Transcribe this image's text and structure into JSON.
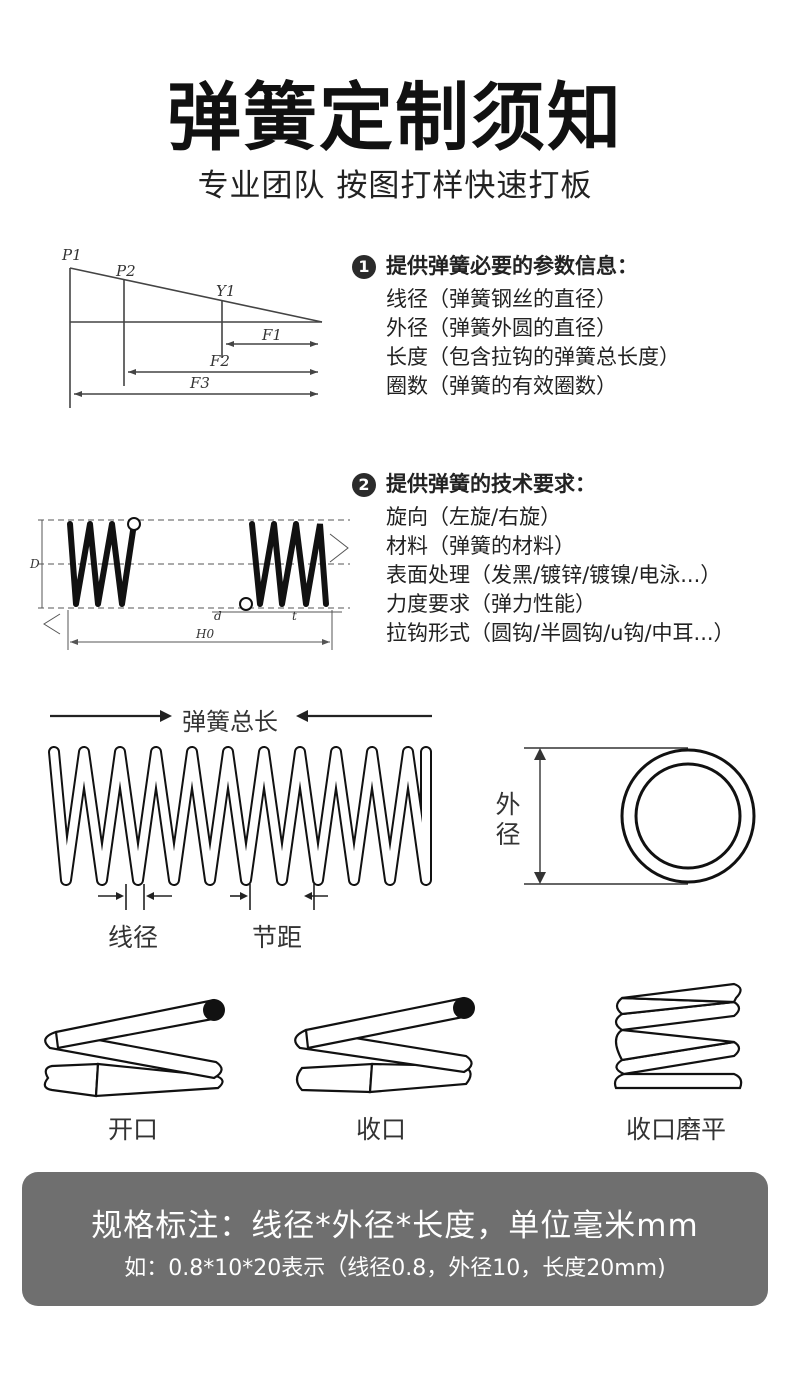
{
  "title": "弹簧定制须知",
  "subtitle": "专业团队 按图打样快速打板",
  "section1": {
    "badge": "1",
    "heading": "提供弹簧必要的参数信息：",
    "items": [
      "线径（弹簧钢丝的直径）",
      "外径（弹簧外圆的直径）",
      "长度（包含拉钩的弹簧总长度）",
      "圈数（弹簧的有效圈数）"
    ],
    "diagram_labels": [
      "P1",
      "P2",
      "Y1",
      "F1",
      "F2",
      "F3"
    ]
  },
  "section2": {
    "badge": "2",
    "heading": "提供弹簧的技术要求：",
    "items": [
      "旋向（左旋/右旋）",
      "材料（弹簧的材料）",
      "表面处理（发黑/镀锌/镀镍/电泳...）",
      "力度要求（弹力性能）",
      "拉钩形式（圆钩/半圆钩/u钩/中耳...）"
    ],
    "diagram_labels": [
      "D",
      "d",
      "t",
      "H0"
    ]
  },
  "dimensions": {
    "total_length": "弹簧总长",
    "wire_diameter": "线径",
    "pitch": "节距",
    "outer_diameter": "外径"
  },
  "end_types": [
    "开口",
    "收口",
    "收口磨平"
  ],
  "notice": {
    "main": "规格标注：线径*外径*长度，单位毫米mm",
    "example": "如：0.8*10*20表示（线径0.8，外径10，长度20mm)"
  },
  "colors": {
    "notice_bg": "#6f6f6f",
    "ink": "#1a1a1a",
    "wire_end": "#111111"
  }
}
